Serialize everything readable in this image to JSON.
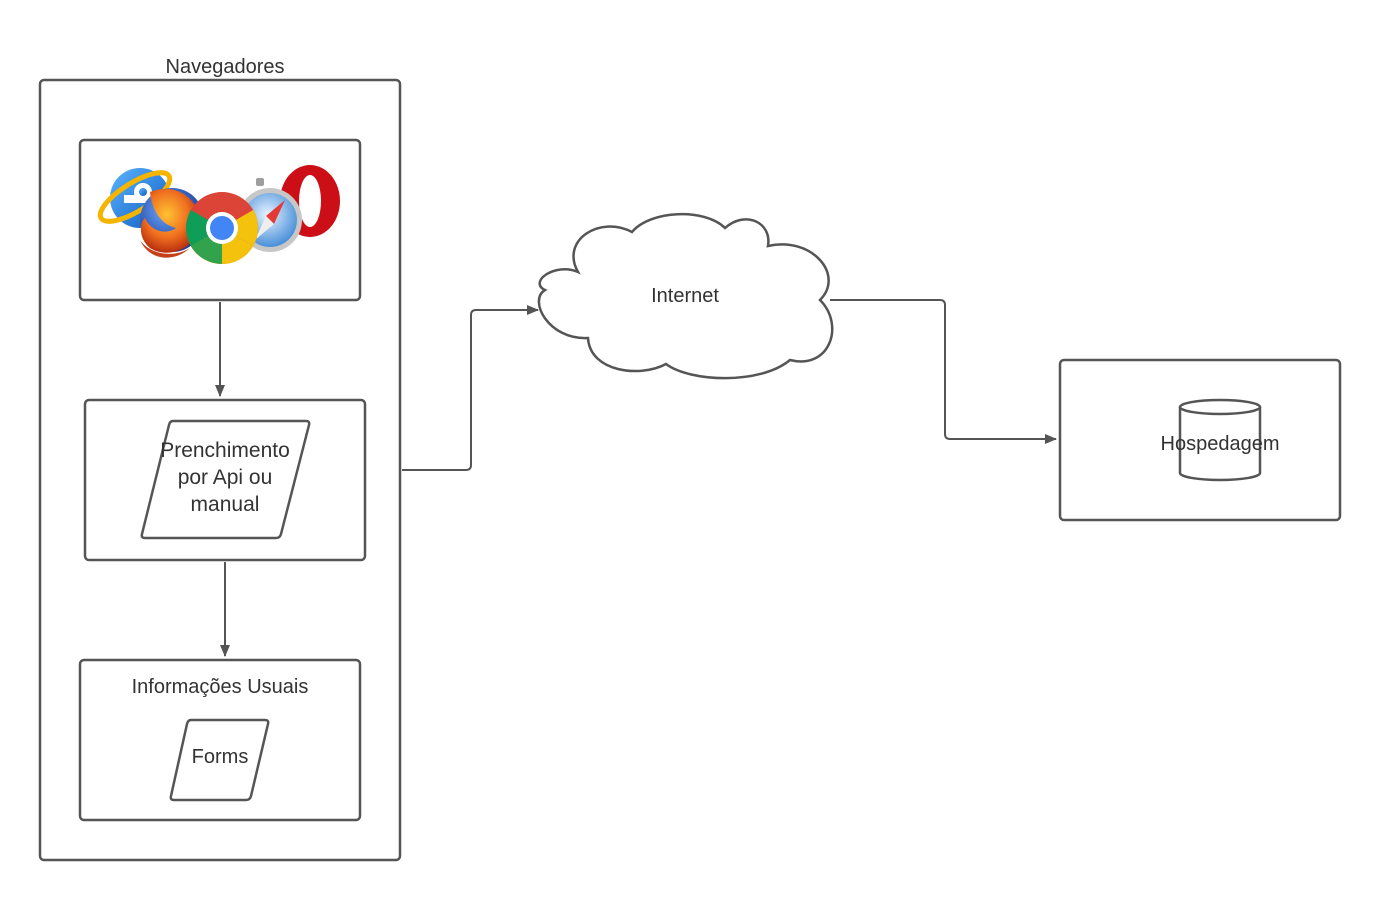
{
  "containers": {
    "navegadores": {
      "title": "Navegadores"
    }
  },
  "nodes": {
    "browsers_image": {
      "icons": [
        "internet-explorer-icon",
        "firefox-icon",
        "chrome-icon",
        "safari-icon",
        "opera-icon"
      ]
    },
    "prenchimento": {
      "text": "Prenchimento\npor Api ou\nmanual"
    },
    "informacoes": {
      "title": "Informações Usuais",
      "forms_label": "Forms"
    },
    "internet": {
      "label": "Internet"
    },
    "hospedagem": {
      "label": "Hospedagem"
    }
  },
  "edges": [
    {
      "from": "browsers_image",
      "to": "prenchimento"
    },
    {
      "from": "prenchimento",
      "to": "informacoes"
    },
    {
      "from": "navegadores",
      "to": "internet"
    },
    {
      "from": "internet",
      "to": "hospedagem"
    }
  ],
  "colors": {
    "stroke": "#555555",
    "text": "#333333",
    "ie_blue": "#1e88e5",
    "ie_gold": "#f4b400",
    "firefox_orange": "#e8641b",
    "chrome_red": "#db4437",
    "chrome_yellow": "#f4c20d",
    "chrome_green": "#0f9d58",
    "chrome_blue": "#4285f4",
    "safari_blue": "#4a90d9",
    "opera_red": "#cc0f16"
  }
}
